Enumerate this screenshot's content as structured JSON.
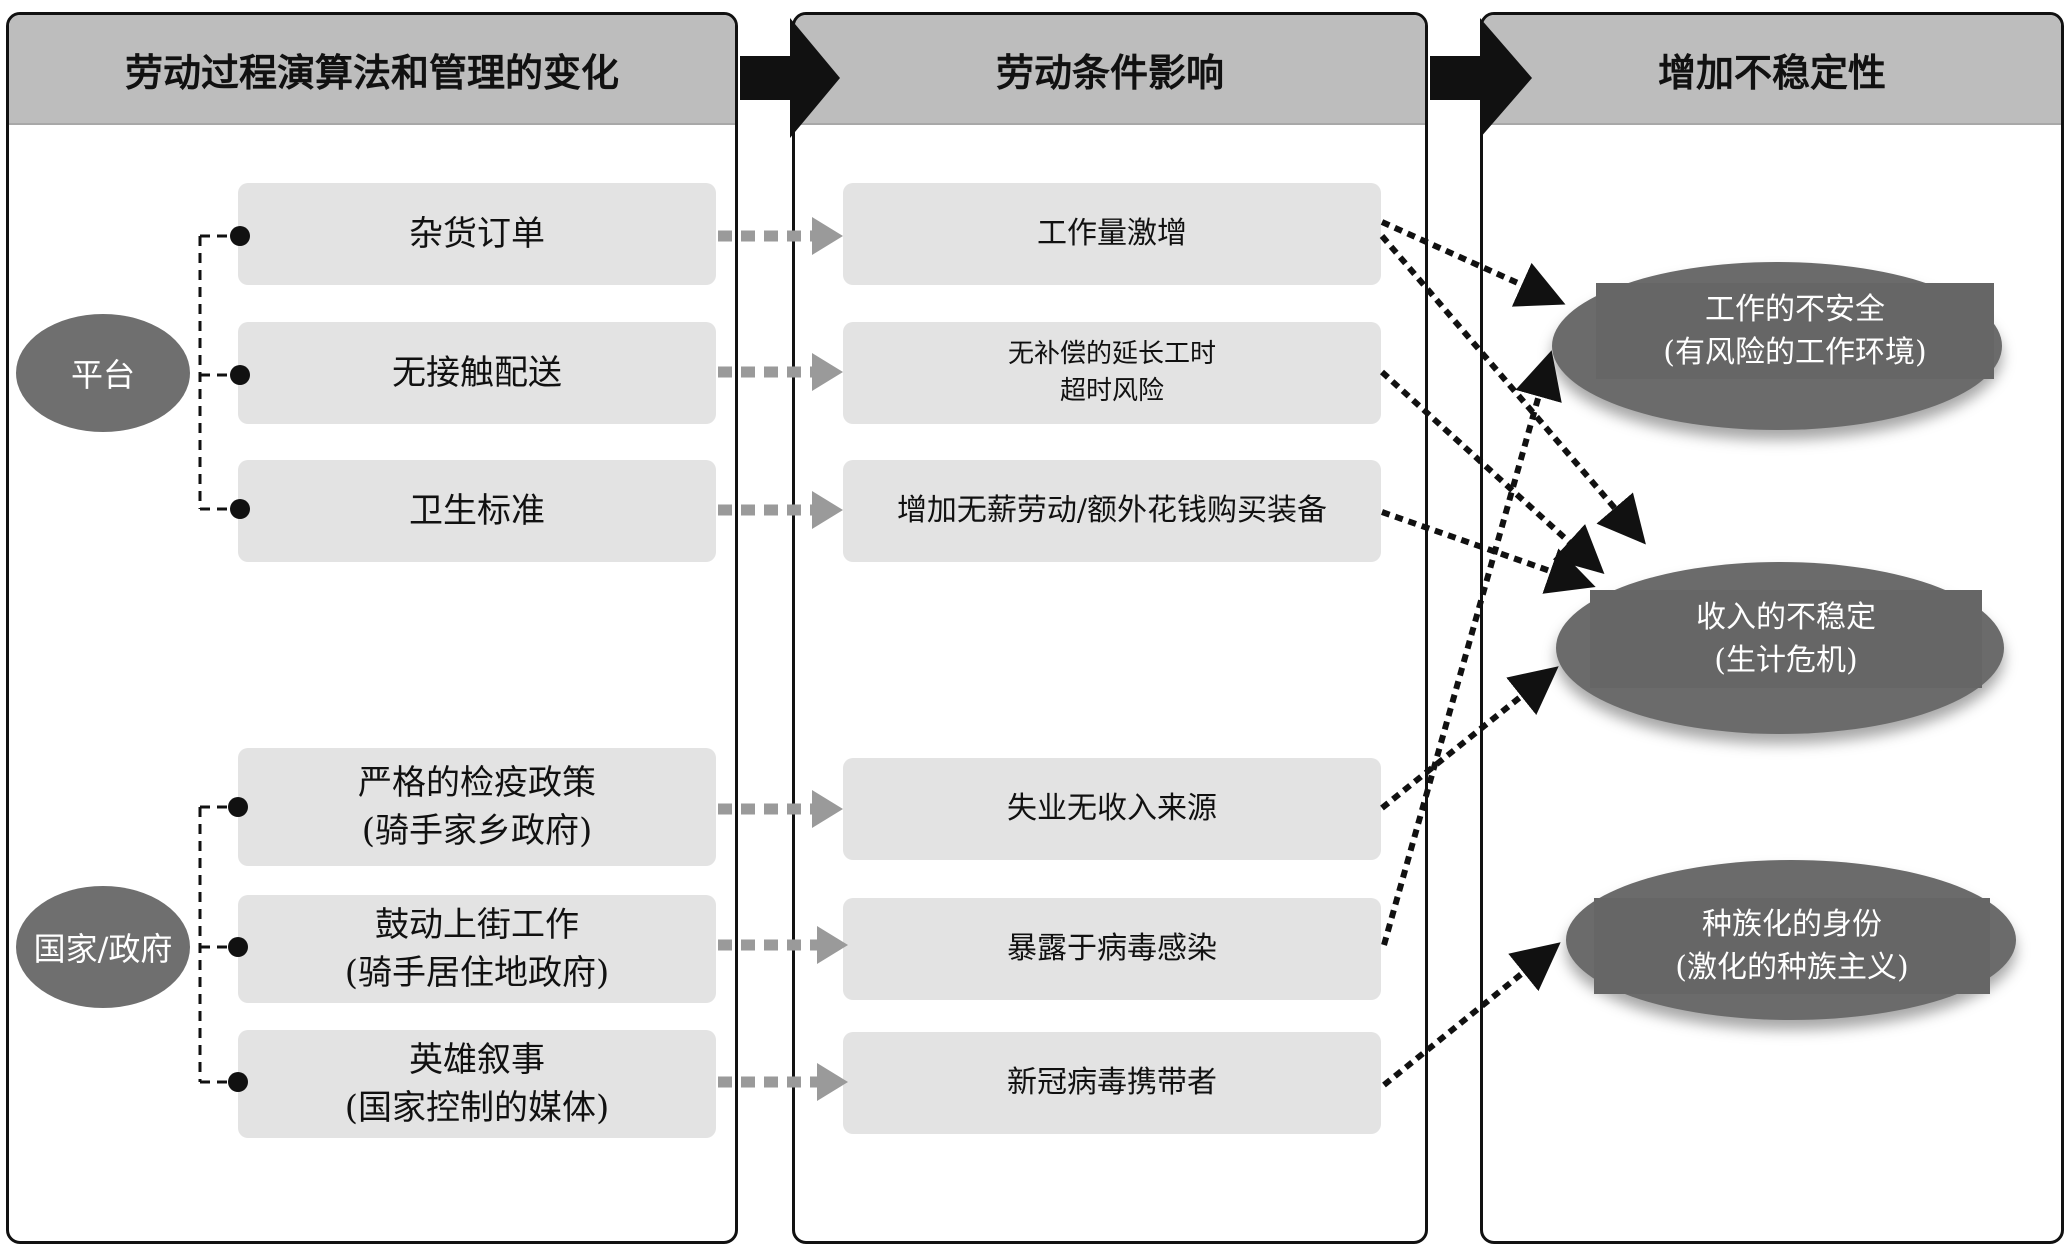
{
  "columns": {
    "left": "劳动过程演算法和管理的变化",
    "middle": "劳动条件影响",
    "right": "增加不稳定性"
  },
  "groups": {
    "platform": "平台",
    "state": "国家/政府"
  },
  "left_items": [
    {
      "line1": "杂货订单",
      "line2": ""
    },
    {
      "line1": "无接触配送",
      "line2": ""
    },
    {
      "line1": "卫生标准",
      "line2": ""
    },
    {
      "line1": "严格的检疫政策",
      "line2": "(骑手家乡政府)"
    },
    {
      "line1": "鼓动上街工作",
      "line2": "(骑手居住地政府)"
    },
    {
      "line1": "英雄叙事",
      "line2": "(国家控制的媒体)"
    }
  ],
  "middle_items": [
    {
      "line1": "工作量激增",
      "line2": ""
    },
    {
      "line1": "无补偿的延长工时",
      "line2": "超时风险"
    },
    {
      "line1": "增加无薪劳动/额外花钱购买装备",
      "line2": ""
    },
    {
      "line1": "失业无收入来源",
      "line2": ""
    },
    {
      "line1": "暴露于病毒感染",
      "line2": ""
    },
    {
      "line1": "新冠病毒携带者",
      "line2": ""
    }
  ],
  "outcomes": [
    {
      "line1": "工作的不安全",
      "line2": "(有风险的工作环境)"
    },
    {
      "line1": "收入的不稳定",
      "line2": "(生计危机)"
    },
    {
      "line1": "种族化的身份",
      "line2": "(激化的种族主义)"
    }
  ],
  "links": [
    {
      "from": "middle_items.0",
      "to": "outcomes.0"
    },
    {
      "from": "middle_items.0",
      "to": "outcomes.1"
    },
    {
      "from": "middle_items.1",
      "to": "outcomes.1"
    },
    {
      "from": "middle_items.2",
      "to": "outcomes.1"
    },
    {
      "from": "middle_items.3",
      "to": "outcomes.1"
    },
    {
      "from": "middle_items.4",
      "to": "outcomes.0"
    },
    {
      "from": "middle_items.5",
      "to": "outcomes.2"
    }
  ],
  "colors": {
    "header_bg": "#bdbdbd",
    "box_bg": "#e3e3e3",
    "oval_bg": "#6b6b6b",
    "arrow_gray": "#9a9a9a",
    "line_dark": "#111111"
  }
}
